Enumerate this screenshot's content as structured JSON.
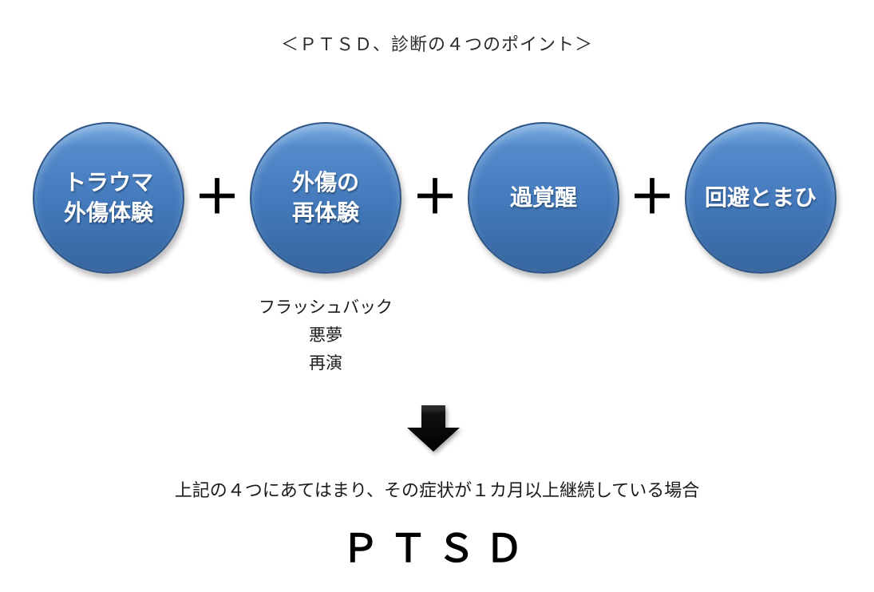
{
  "title": "＜ＰＴＳＤ、診断の４つのポイント＞",
  "diagram": {
    "plus": "＋",
    "circles": [
      {
        "name": "trauma-experience",
        "lines": [
          "トラウマ",
          "外傷体験"
        ]
      },
      {
        "name": "reexperience",
        "lines": [
          "外傷の",
          "再体験"
        ]
      },
      {
        "name": "hyperarousal",
        "lines": [
          "過覚醒"
        ]
      },
      {
        "name": "avoidance-numbing",
        "lines": [
          "回避とまひ"
        ]
      }
    ],
    "reexperience_examples": [
      "フラッシュバック",
      "悪夢",
      "再演"
    ],
    "arrow_icon": "down-arrow"
  },
  "conclusion": {
    "condition": "上記の４つにあてはまり、その症状が１カ月以上継続している場合",
    "diagnosis": "ＰＴＳＤ"
  },
  "colors": {
    "circle_fill_top": "#79ABE0",
    "circle_fill_bottom": "#38679F",
    "circle_border": "#2E5786",
    "circle_text": "#FFFFFF",
    "plus_sign": "#000000",
    "arrow": "#0A0A0A",
    "body_text": "#1A1A1A",
    "background": "#FFFFFF"
  }
}
